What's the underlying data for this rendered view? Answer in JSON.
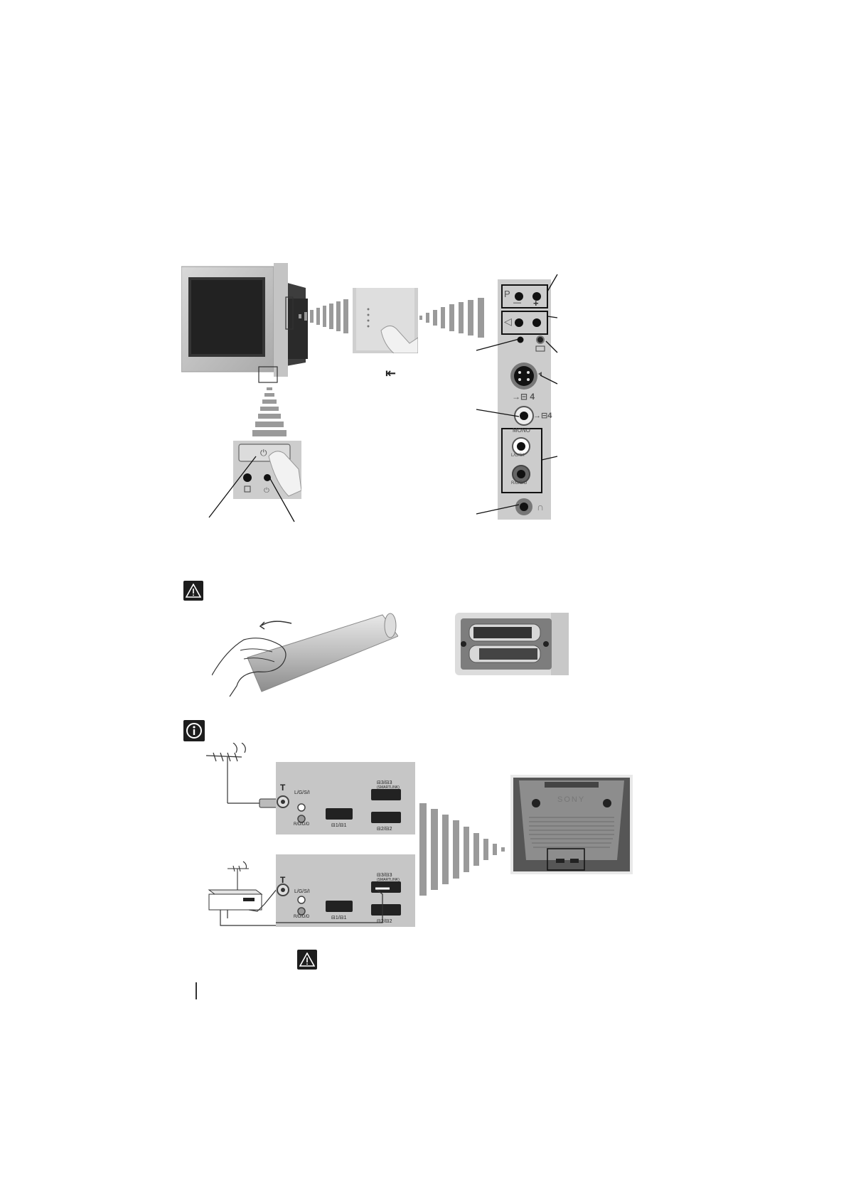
{
  "front_panel": {
    "program_label": "P",
    "program_minus": "—",
    "program_plus": "+",
    "volume_symbol": "◁",
    "s_video_label": "→⊟ 4",
    "video_label": "→⊟4",
    "mono_label": "MONO",
    "audio_left_label": "L/G/S/I",
    "audio_right_label": "R/D/D/D",
    "headphone_symbol": "∩"
  },
  "power_panel": {
    "power_symbol": "⏻",
    "standby_symbol": "⏻"
  },
  "menu_button_symbol": "⇤",
  "rear_panel": {
    "antenna_symbol": "T",
    "audio_left": "L/G/S/I",
    "audio_right": "R/D/D/D",
    "scart1": "⊟1/⊟1",
    "scart2": "⊟2/⊟2",
    "scart3": "⊟3/⊟3",
    "scart3_sub": "(SMARTLINK)",
    "brand": "SONY"
  },
  "icons": {
    "warning": "warning-triangle-icon",
    "info": "info-icon"
  }
}
